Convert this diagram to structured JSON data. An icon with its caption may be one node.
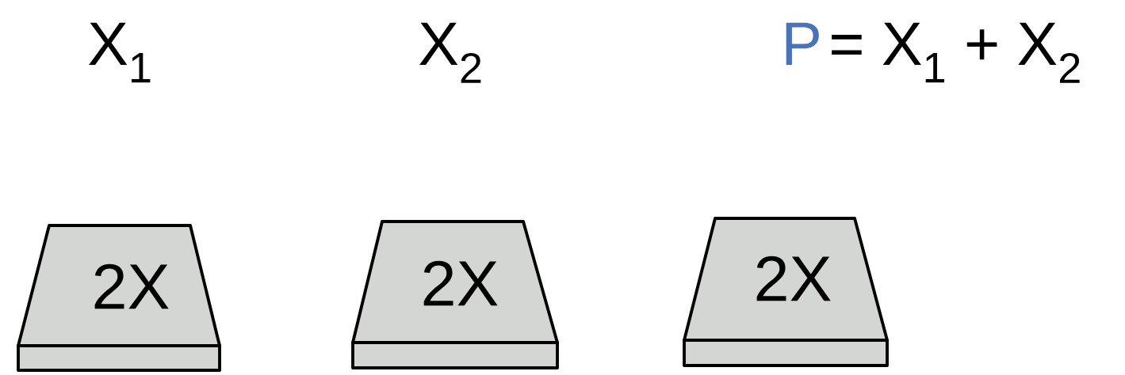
{
  "diagram": {
    "nodes": [
      {
        "text": [
          "2X"
        ]
      },
      {
        "text": [
          "2X"
        ]
      },
      {
        "text": [
          "2X"
        ]
      }
    ],
    "labels": [
      "X$_{1}$",
      "X$_{2}$",
      "P",
      "= X$_{1}$ + X$_{2}$"
    ]
  }
}
